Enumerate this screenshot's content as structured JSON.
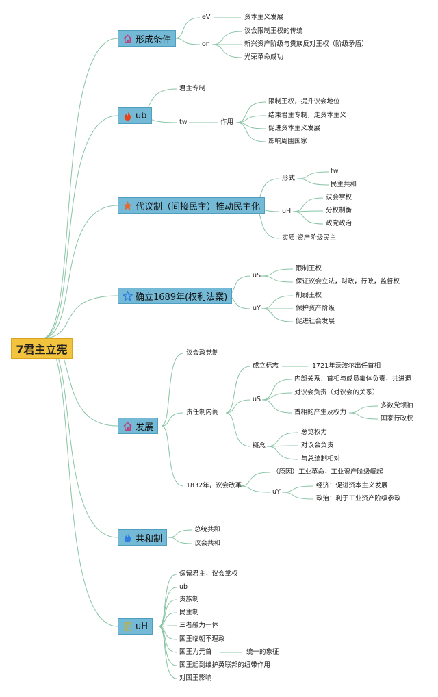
{
  "root": "7君主立宪",
  "topics": [
    {
      "label": "形成条件",
      "icon": "house-icon",
      "color": "#c0397a"
    },
    {
      "label": "ub",
      "icon": "flame-icon",
      "color": "#e8431b"
    },
    {
      "label": "代议制（间接民主）推动民主化",
      "icon": "star-icon",
      "color": "#e8662b"
    },
    {
      "label": "确立1689年(权利法案)",
      "icon": "star-outline-icon",
      "color": "#2e7de0"
    },
    {
      "label": "发展",
      "icon": "house-icon",
      "color": "#c0397a"
    },
    {
      "label": "共和制",
      "icon": "flame-icon",
      "color": "#2e7de0"
    },
    {
      "label": "uH",
      "icon": "book-icon",
      "color": "#c9b12a"
    }
  ],
  "nodes": {
    "t1_a": "eV",
    "t1_a1": "资本主义发展",
    "t1_b": "on",
    "t1_b1": "议会限制王权的传统",
    "t1_b2": "新兴资产阶级与贵族反对王权（阶级矛盾）",
    "t1_b3": "光荣革命成功",
    "t2_a": "君主专制",
    "t2_b": "tw",
    "t2_b_c": "作用",
    "t2_c1": "限制王权，提升议会地位",
    "t2_c2": "结束君主专制，走资本主义",
    "t2_c3": "促进资本主义发展",
    "t2_c4": "影响周围国家",
    "t3_a": "形式",
    "t3_a1": "tw",
    "t3_a2": "民主共和",
    "t3_b": "uH",
    "t3_b1": "议会掌权",
    "t3_b2": "分权制衡",
    "t3_b3": "政党政治",
    "t3_c": "实质:资产阶级民主",
    "t4_a": "uS",
    "t4_a1": "限制王权",
    "t4_a2": "保证议会立法，财政，行政，监督权",
    "t4_b": "uY",
    "t4_b1": "削弱王权",
    "t4_b2": "保护资产阶级",
    "t4_b3": "促进社会发展",
    "t5_a": "议会政党制",
    "t5_b": "责任制内阁",
    "t5_b1": "成立标志",
    "t5_b1a": "1721年沃波尔出任首相",
    "t5_b2": "uS",
    "t5_b2a": "内部关系：首相与成员集体负责，共进退",
    "t5_b2b": "对议会负责（对议会的关系）",
    "t5_b2c": "首相的产生及权力",
    "t5_b2c1": "多数党领袖",
    "t5_b2c2": "国家行政权",
    "t5_b3": "概念",
    "t5_b3a": "总览权力",
    "t5_b3b": "对议会负责",
    "t5_b3c": "与总统制相对",
    "t5_c": "1832年，议会改革",
    "t5_c1": "（原因）工业革命，工业资产阶级崛起",
    "t5_c2": "uY",
    "t5_c2a": "经济：促进资本主义发展",
    "t5_c2b": "政治：利于工业资产阶级参政",
    "t6_a": "总统共和",
    "t6_b": "议会共和",
    "t7_a": "保留君主，议会掌权",
    "t7_b": "ub",
    "t7_c": "贵族制",
    "t7_d": "民主制",
    "t7_e": "三者融为一体",
    "t7_f": "国王临朝不理政",
    "t7_g": "国王为元首",
    "t7_g1": "统一的象征",
    "t7_h": "国王起到维护英联邦的纽带作用",
    "t7_i": "对国王影响"
  },
  "colors": {
    "branch": "#88c4a4",
    "topic_fill": "#74b9d6",
    "root_fill": "#f2c33d"
  }
}
